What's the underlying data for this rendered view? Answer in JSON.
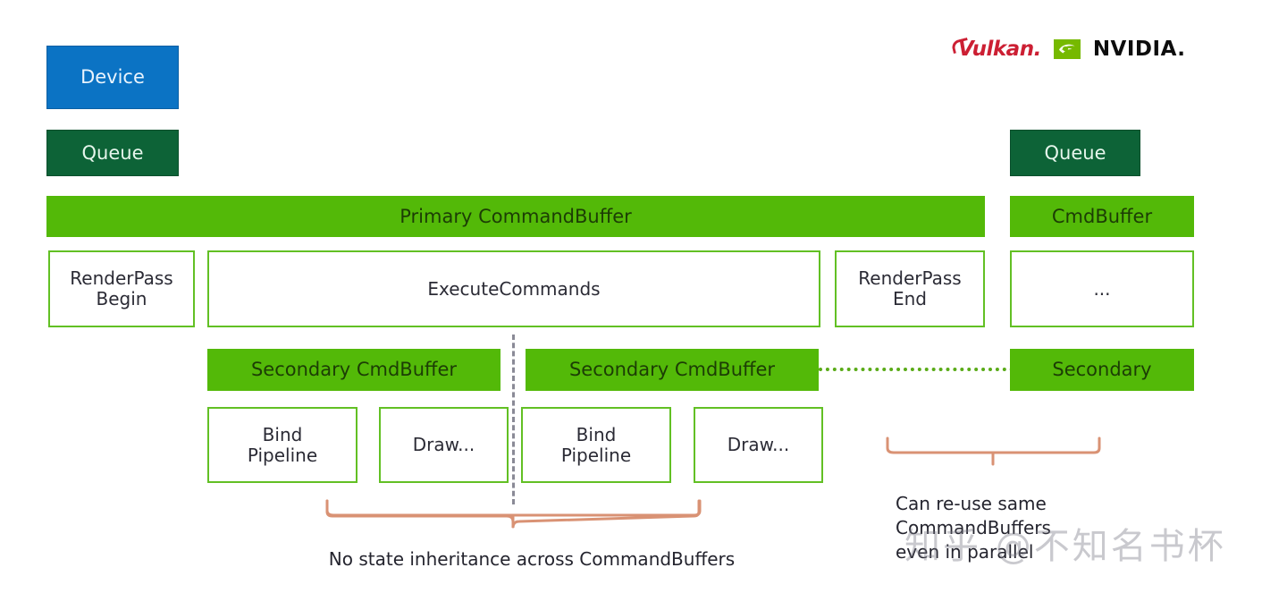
{
  "diagram": {
    "title": "Vulkan Primary and Secondary CommandBuffer structure",
    "colors": {
      "device_blue": "#0b73c4",
      "queue_dark_green": "#0d6337",
      "buffer_green": "#53b908",
      "outline_green": "#62c024",
      "brace_salmon": "#d99274",
      "dash_gray": "#8a8a96",
      "vulkan_red": "#cc1f33",
      "nvidia_green": "#76b900"
    }
  },
  "logos": {
    "vulkan": "Vulkan.",
    "nvidia": "NVIDIA."
  },
  "left_column": {
    "device": "Device",
    "queue": "Queue"
  },
  "right_column": {
    "queue": "Queue",
    "cmd_buffer": "CmdBuffer",
    "ellipsis": "...",
    "secondary": "Secondary"
  },
  "primary_row": {
    "label": "Primary  CommandBuffer"
  },
  "command_row": [
    {
      "label": "RenderPass\nBegin",
      "name": "renderpass-begin"
    },
    {
      "label": "ExecuteCommands",
      "name": "execute-commands"
    },
    {
      "label": "RenderPass\nEnd",
      "name": "renderpass-end"
    }
  ],
  "secondary_row": [
    {
      "label": "Secondary CmdBuffer"
    },
    {
      "label": "Secondary CmdBuffer"
    }
  ],
  "draw_row": [
    {
      "label": "Bind\nPipeline"
    },
    {
      "label": "Draw..."
    },
    {
      "label": "Bind\nPipeline"
    },
    {
      "label": "Draw..."
    }
  ],
  "annotations": {
    "bottom_brace_caption": "No state inheritance across CommandBuffers",
    "right_brace_caption": "Can re-use same\nCommandBuffers\neven in parallel"
  },
  "watermark": {
    "text": "知乎 @不知名书杯"
  }
}
